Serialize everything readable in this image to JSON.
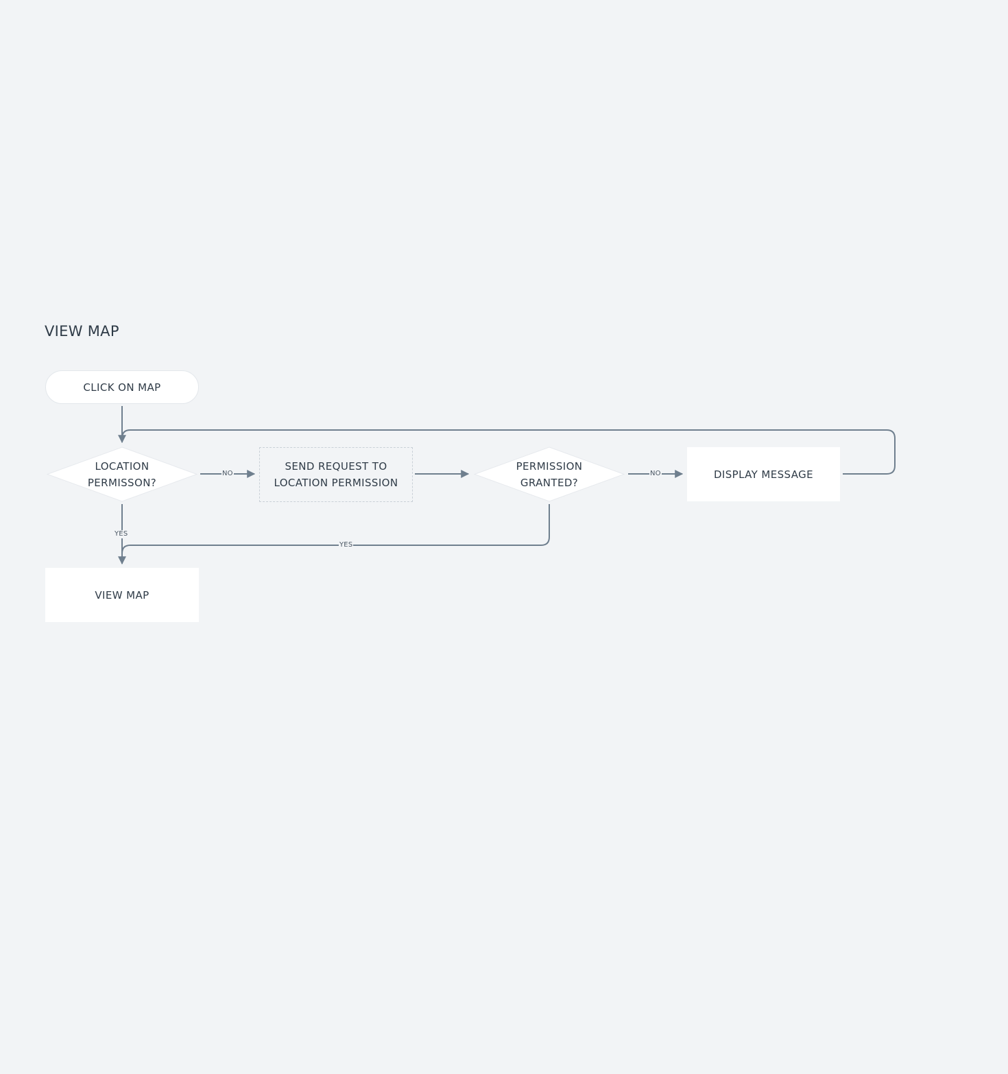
{
  "title": "VIEW MAP",
  "nodes": {
    "start": "CLICK ON MAP",
    "decision_location": "LOCATION\nPERMISSON?",
    "send_request": "SEND REQUEST TO\nLOCATION PERMISSION",
    "decision_granted": "PERMISSION\nGRANTED?",
    "display_message": "DISPLAY MESSAGE",
    "view_map": "VIEW MAP"
  },
  "edge_labels": {
    "no_1": "NO",
    "no_2": "NO",
    "yes_1": "YES",
    "yes_2": "YES"
  },
  "colors": {
    "background": "#f2f4f6",
    "connector": "#6f7f8e",
    "node_fill": "#ffffff",
    "text": "#2f3b47"
  }
}
